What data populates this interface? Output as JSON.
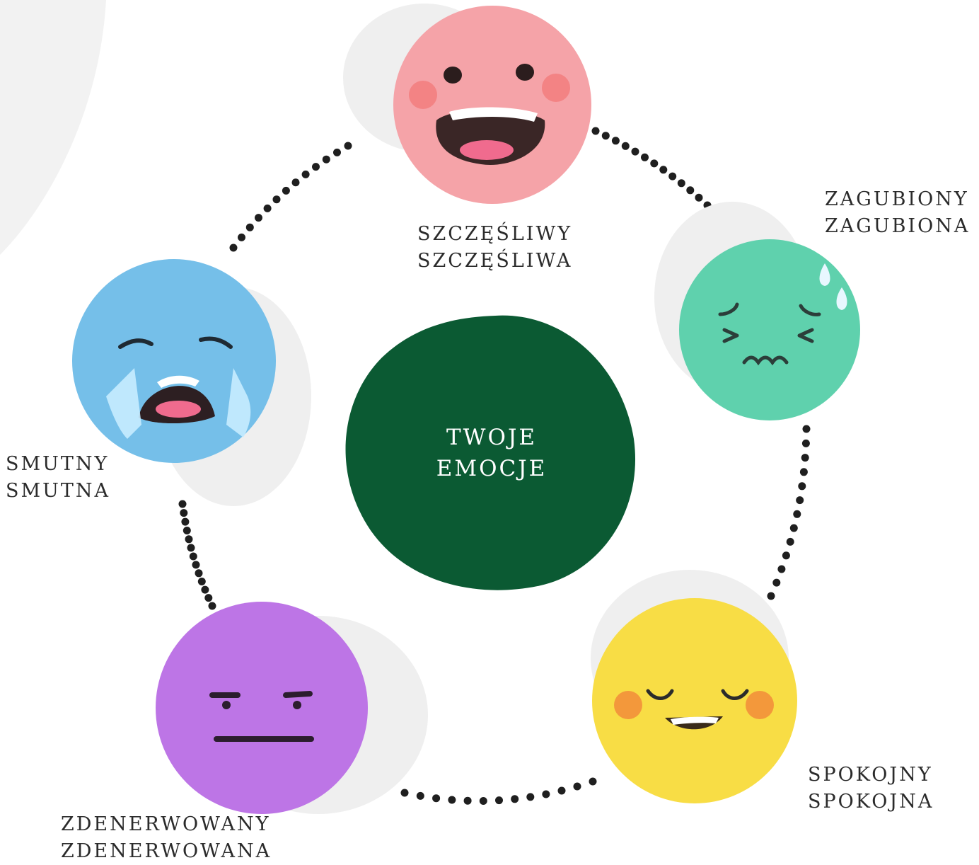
{
  "center": {
    "line1": "TWOJE",
    "line2": "EMOCJE",
    "color": "#0b5a33"
  },
  "emotions": {
    "happy": {
      "line1": "SZCZĘŚLIWY",
      "line2": "SZCZĘŚLIWA",
      "color": "#f5a3a8",
      "icon": "happy-face-icon"
    },
    "lost": {
      "line1": "ZAGUBIONY",
      "line2": "ZAGUBIONA",
      "color": "#5fd1ad",
      "icon": "worried-face-icon"
    },
    "calm": {
      "line1": "SPOKOJNY",
      "line2": "SPOKOJNA",
      "color": "#f8dd45",
      "icon": "calm-face-icon"
    },
    "angry": {
      "line1": "ZDENERWOWANY",
      "line2": "ZDENERWOWANA",
      "color": "#bd75e6",
      "icon": "annoyed-face-icon"
    },
    "sad": {
      "line1": "SMUTNY",
      "line2": "SMUTNA",
      "color": "#75bfe9",
      "icon": "crying-face-icon"
    }
  },
  "accent_gray": "#efefef",
  "dot_color": "#1f1f1f"
}
